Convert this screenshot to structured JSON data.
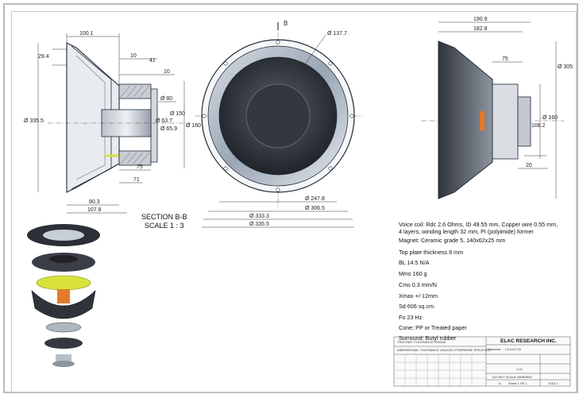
{
  "section": {
    "title": "SECTION B-B",
    "scale": "SCALE 1 : 3"
  },
  "section_marker": "B",
  "dimensions": {
    "side_left": [
      "100.1",
      "29.4",
      "10",
      "41",
      "10",
      "Ø 80",
      "Ø 150",
      "Ø 63.7",
      "Ø 65.9",
      "Ø 160",
      "Ø 335.5",
      "75",
      "71",
      "80.3",
      "107.8"
    ],
    "front": [
      "Ø 137.7",
      "Ø 247.8",
      "Ø 306.5",
      "Ø 333.3",
      "Ø 335.5"
    ],
    "side_right": [
      "190.9",
      "182.8",
      "75",
      "Ø 305",
      "Ø 160",
      "108.2",
      "20"
    ]
  },
  "specs": [
    "Voice coil: Rdc 2.6 Ohms, ID 49.55 mm, Copper wire 0.55 mm,",
    "4 layers, winding length 32 mm, PI (polyimide) former",
    "Magnet: Ceramic grade 5, 140x62x25 mm",
    "Top plate thickness 8 mm",
    "BL 14.5 N/A",
    "Mms 160 g",
    "Cms 0.3 mm/N",
    "Xmax +/-12mm",
    "Sd 606 sq.cm.",
    "Fo 23 Hz",
    "Cone: PP or Treated paper",
    "Surround: Butyl rubber"
  ],
  "title_block": {
    "company": "ELAC RESEARCH INC.",
    "tolerance_header": "THIS PART TOLERANCE GRADE:",
    "tolerance_sub": "DIMENSIONAL TOLERANCE UNLESS OTHERWISE SPECIFIED",
    "standard": "Standard",
    "part": "LS-m12 V0",
    "scale": "1:10",
    "no_scale": "DO NOT SCALE DRAWING",
    "size": "A",
    "sheet": "Sheet 1 OF 1",
    "rev": "1015-1"
  },
  "colors": {
    "frame": "#b7bcc4",
    "line": "#1e2a38",
    "dim": "#222222",
    "cone": "#2b2f36",
    "surround": "#aab4c0",
    "accent_yellow": "#d8e23a",
    "accent_orange": "#e27a2c"
  },
  "icons": [
    "speaker-exploded-view-icon"
  ]
}
